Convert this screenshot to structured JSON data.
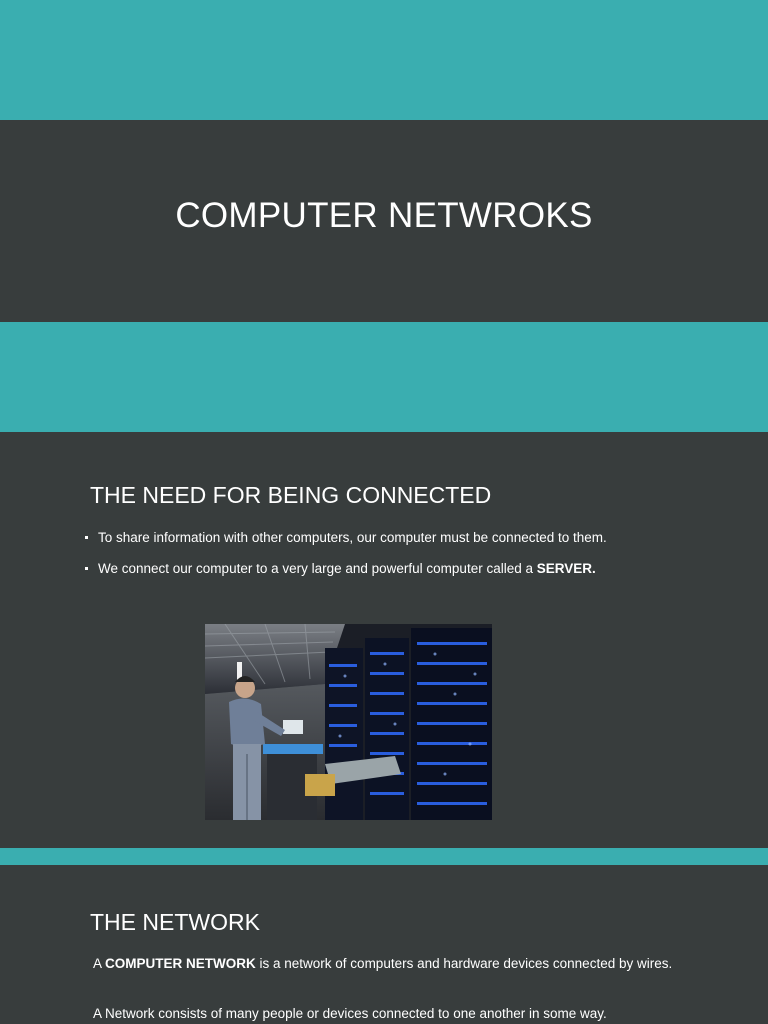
{
  "slides": [
    {
      "title": "COMPUTER NETWROKS"
    },
    {
      "heading": "THE NEED FOR BEING CONNECTED",
      "bullets": [
        {
          "text": "To share information with other computers, our computer must be connected to them."
        },
        {
          "prefix": "We connect our computer to a very large and powerful computer called a ",
          "bold": "SERVER",
          "suffix": "."
        }
      ]
    },
    {
      "heading": "THE NETWORK",
      "para1": {
        "prefix": "A ",
        "bold": "COMPUTER NETWORK",
        "suffix": " is a network of computers and hardware devices connected by wires."
      },
      "para2": "A  Network consists of many people or devices connected to one another in some way."
    }
  ],
  "colors": {
    "teal": "#3aaeb0",
    "dark": "#383d3d",
    "text": "#ffffff"
  }
}
